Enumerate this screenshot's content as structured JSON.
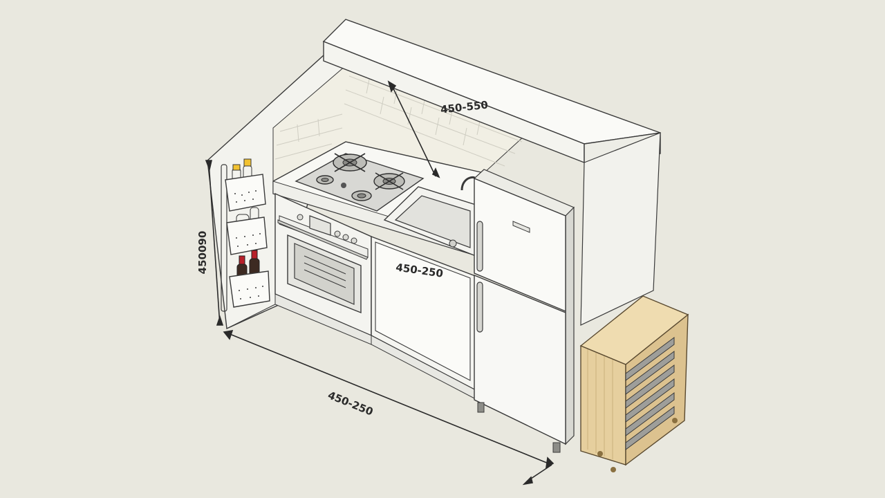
{
  "dimensions": {
    "top_depth": "450-550",
    "height": "450090",
    "cabinet_width": "450-250",
    "base_length": "450-250"
  },
  "colors": {
    "background": "#e9e8df",
    "cabinet_white": "#f7f7f3",
    "line": "#3a3a3a",
    "wood": "#e6cf9e",
    "metal": "#b5b5b5",
    "bottle_dark": "#3d2a22",
    "bottle_cap_yellow": "#f2c230",
    "bottle_cap_red": "#b8202a"
  },
  "objects": {
    "range_hood": "range-hood",
    "cooktop": "gas-cooktop",
    "oven": "wall-oven",
    "sink": "kitchen-sink",
    "refrigerator": "refrigerator",
    "side_rack": "wooden-rack",
    "wall_baskets": "hanging-baskets"
  }
}
